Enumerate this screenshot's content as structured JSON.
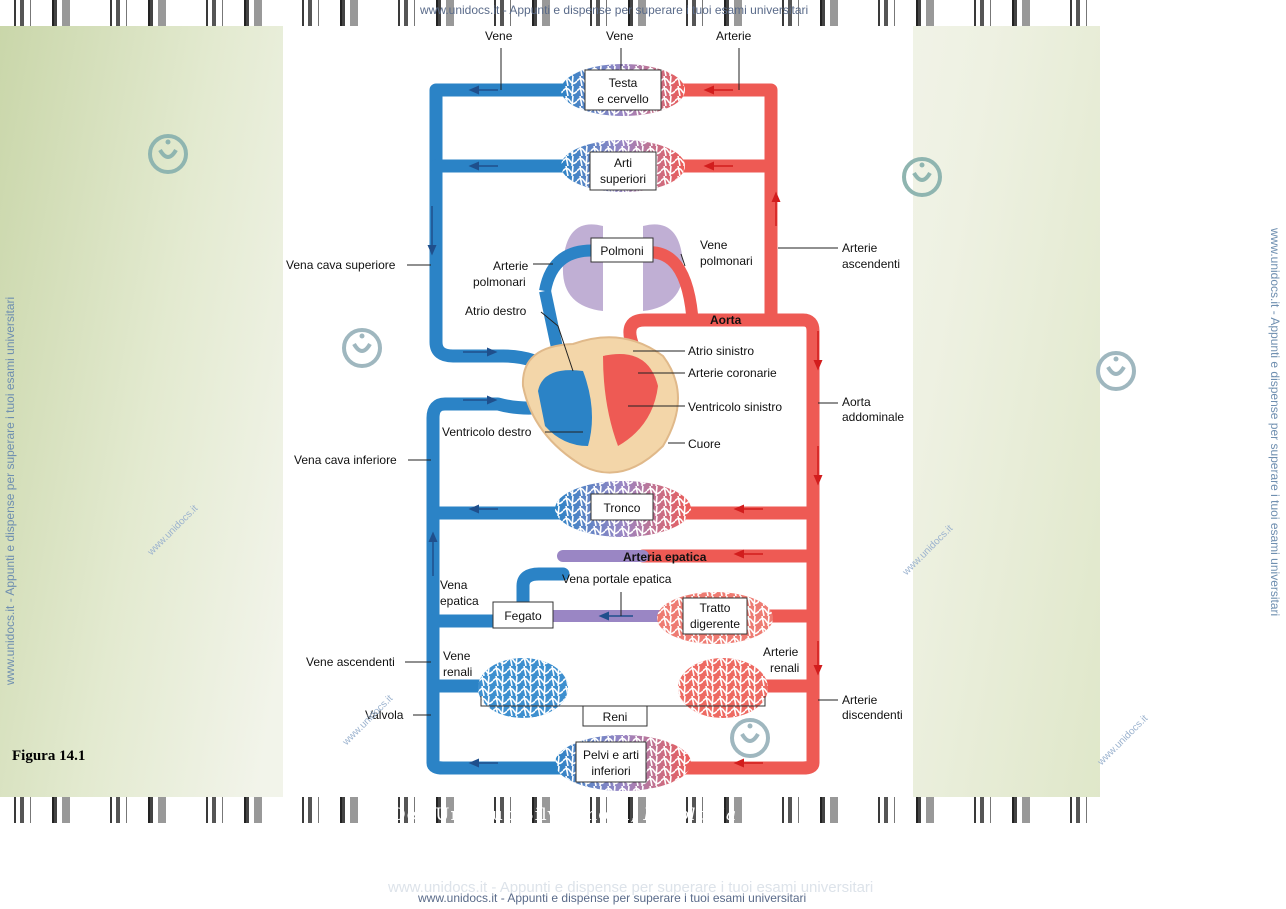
{
  "watermark": {
    "top": "www.unidocs.it - Appunti e dispense per superare i tuoi esami universitari",
    "bottom": "www.unidocs.it - Appunti e dispense per superare i tuoi esami universitari",
    "bottom_faint": "www.unidocs.it - Appunti e dispense per superare i tuoi esami universitari",
    "side_left": "www.unidocs.it - Appunti e dispense per superare i tuoi esami universitari",
    "side_right": "www.unidocs.it - Appunti e dispense per superare i tuoi esami universitari",
    "small": "www.unidocs.it"
  },
  "slide": {
    "caption": "Figura 14.1",
    "credit_authors": "Dee Unglaub Silverthorn, ",
    "credit_title": "Fisiologia"
  },
  "diagram": {
    "labels": {
      "vene_left": "Vene",
      "vene_mid": "Vene",
      "arterie_top": "Arterie",
      "vena_cava_superiore": "Vena cava superiore",
      "arterie_polmonari_1": "Arterie",
      "arterie_polmonari_2": "polmonari",
      "atrio_destro": "Atrio destro",
      "vene_polmonari_1": "Vene",
      "vene_polmonari_2": "polmonari",
      "arterie_ascendenti_1": "Arterie",
      "arterie_ascendenti_2": "ascendenti",
      "aorta": "Aorta",
      "atrio_sinistro": "Atrio sinistro",
      "arterie_coronarie": "Arterie coronarie",
      "ventricolo_sinistro": "Ventricolo sinistro",
      "aorta_addominale_1": "Aorta",
      "aorta_addominale_2": "addominale",
      "ventricolo_destro": "Ventricolo destro",
      "cuore": "Cuore",
      "vena_cava_inferiore": "Vena cava inferiore",
      "arteria_epatica": "Arteria epatica",
      "vena_epatica_1": "Vena",
      "vena_epatica_2": "epatica",
      "vena_portale_epatica": "Vena portale epatica",
      "vene_ascendenti": "Vene ascendenti",
      "vene_renali_1": "Vene",
      "vene_renali_2": "renali",
      "arterie_renali_1": "Arterie",
      "arterie_renali_2": "renali",
      "valvola": "Valvola",
      "arterie_discendenti_1": "Arterie",
      "arterie_discendenti_2": "discendenti"
    },
    "organs": {
      "testa_1": "Testa",
      "testa_2": "e cervello",
      "arti_sup_1": "Arti",
      "arti_sup_2": "superiori",
      "polmoni": "Polmoni",
      "tronco": "Tronco",
      "fegato": "Fegato",
      "tratto_1": "Tratto",
      "tratto_2": "digerente",
      "reni": "Reni",
      "pelvi_1": "Pelvi e arti",
      "pelvi_2": "inferiori"
    },
    "colors": {
      "venous": "#2b83c6",
      "arterial": "#ee5a54",
      "mixed": "#9a86c4",
      "heart": "#f3d6a9"
    }
  }
}
